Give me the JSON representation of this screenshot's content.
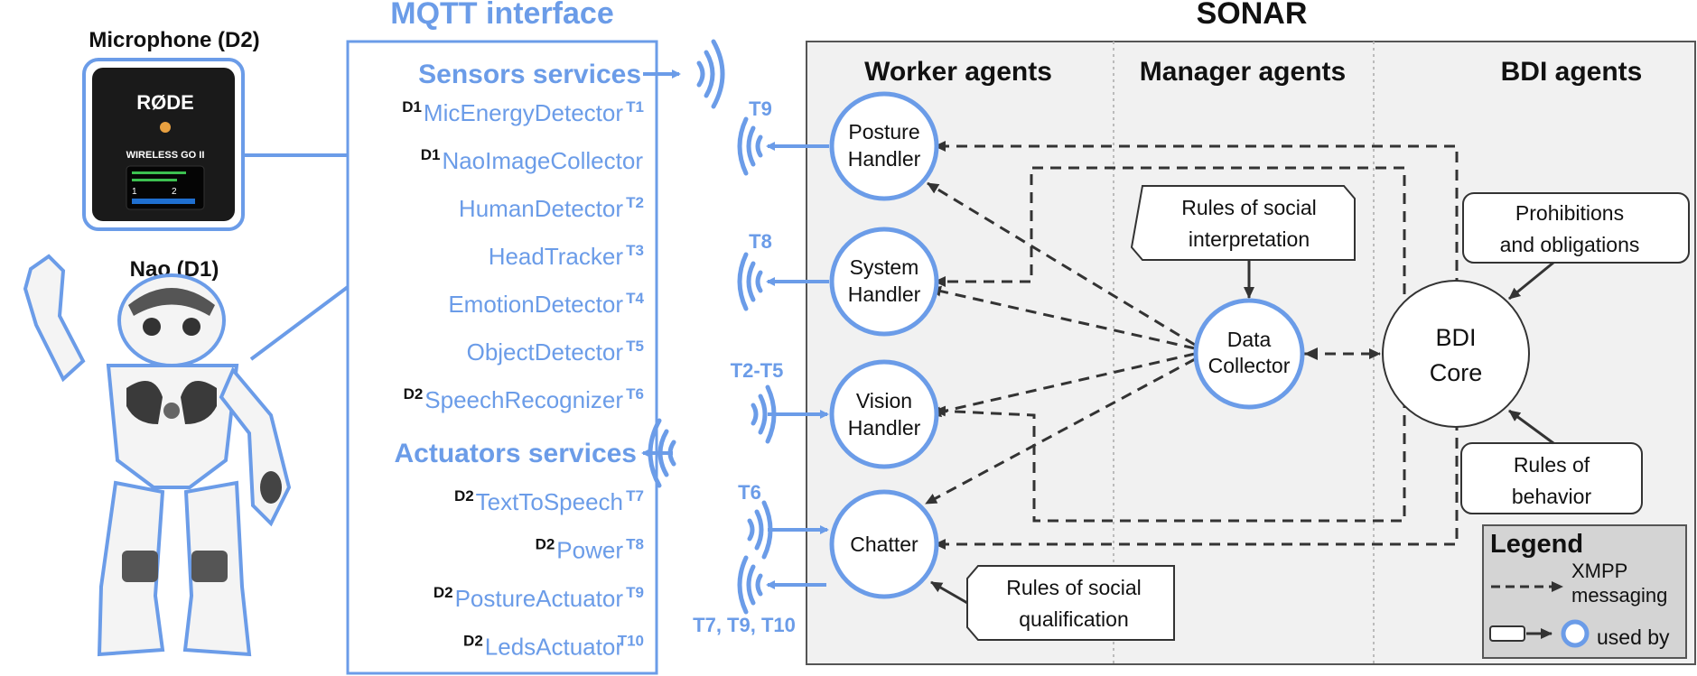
{
  "colors": {
    "accent": "#6b9ce8",
    "panel": "#f1f1f1",
    "legend_bg": "#d4d4d4",
    "dark": "#333333"
  },
  "devices": {
    "microphone_label": "Microphone (D2)",
    "robot_label": "Nao (D1)",
    "mic_brand": "RØDE",
    "mic_model": "WIRELESS GO II"
  },
  "mqtt": {
    "title": "MQTT interface",
    "sensors_heading": "Sensors services",
    "actuators_heading": "Actuators services",
    "sensors": [
      {
        "name": "MicEnergyDetector",
        "dev": "D1",
        "topic": "T1"
      },
      {
        "name": "NaoImageCollector",
        "dev": "D1",
        "topic": ""
      },
      {
        "name": "HumanDetector",
        "dev": "",
        "topic": "T2"
      },
      {
        "name": "HeadTracker",
        "dev": "",
        "topic": "T3"
      },
      {
        "name": "EmotionDetector",
        "dev": "",
        "topic": "T4"
      },
      {
        "name": "ObjectDetector",
        "dev": "",
        "topic": "T5"
      },
      {
        "name": "SpeechRecognizer",
        "dev": "D2",
        "topic": "T6"
      }
    ],
    "actuators": [
      {
        "name": "TextToSpeech",
        "dev": "D2",
        "topic": "T7"
      },
      {
        "name": "Power",
        "dev": "D2",
        "topic": "T8"
      },
      {
        "name": "PostureActuator",
        "dev": "D2",
        "topic": "T9"
      },
      {
        "name": "LedsActuator",
        "dev": "D2",
        "topic": "T10"
      }
    ]
  },
  "sonar": {
    "title": "SONAR",
    "columns": [
      "Worker agents",
      "Manager agents",
      "BDI agents"
    ],
    "workers": [
      {
        "line1": "Posture",
        "line2": "Handler",
        "topic": "T9"
      },
      {
        "line1": "System",
        "line2": "Handler",
        "topic": "T8"
      },
      {
        "line1": "Vision",
        "line2": "Handler",
        "topic": "T2-T5"
      },
      {
        "line1": "Chatter",
        "line2": "",
        "topic": "T6"
      }
    ],
    "chatter_out_topics": "T7, T9, T10",
    "data_collector": {
      "line1": "Data",
      "line2": "Collector"
    },
    "bdi_core": {
      "line1": "BDI",
      "line2": "Core"
    },
    "rules_social_interpretation": {
      "line1": "Rules of social",
      "line2": "interpretation"
    },
    "prohibitions": {
      "line1": "Prohibitions",
      "line2": "and obligations"
    },
    "rules_behavior": {
      "line1": "Rules of",
      "line2": "behavior"
    },
    "rules_social_qualification": {
      "line1": "Rules of social",
      "line2": "qualification"
    }
  },
  "legend": {
    "title": "Legend",
    "xmpp_line1": "XMPP",
    "xmpp_line2": "messaging",
    "used_by": "used by"
  }
}
